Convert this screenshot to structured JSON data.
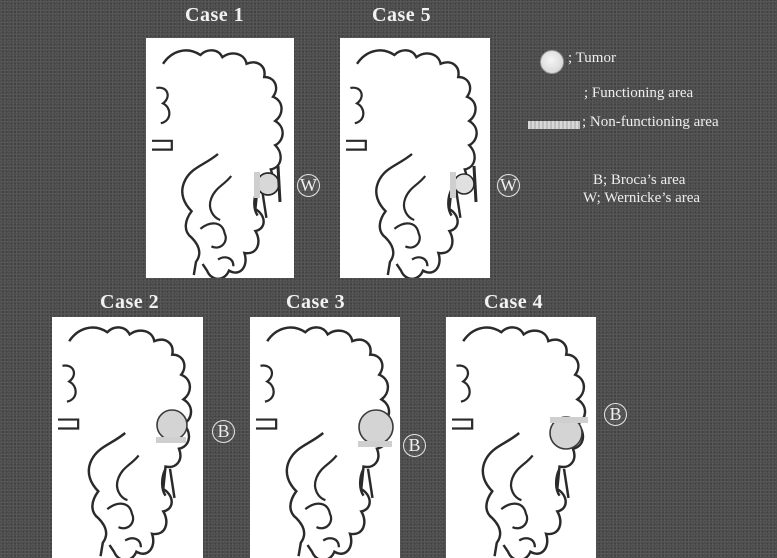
{
  "cases": [
    {
      "title": "Case 1",
      "area": "W"
    },
    {
      "title": "Case 5",
      "area": "W"
    },
    {
      "title": "Case 2",
      "area": "B"
    },
    {
      "title": "Case 3",
      "area": "B"
    },
    {
      "title": "Case 4",
      "area": "B"
    }
  ],
  "legend": {
    "tumor_label": "; Tumor",
    "functioning_label": "; Functioning  area",
    "nonfunctioning_label": "; Non-functioning area",
    "broca": "B; Broca’s area",
    "wernicke": "W; Wernicke’s area"
  },
  "colors": {
    "background": "#4a4a4a",
    "panel": "#ffffff",
    "outline": "#2a2a2a",
    "tumor": "#d8d8d8"
  }
}
